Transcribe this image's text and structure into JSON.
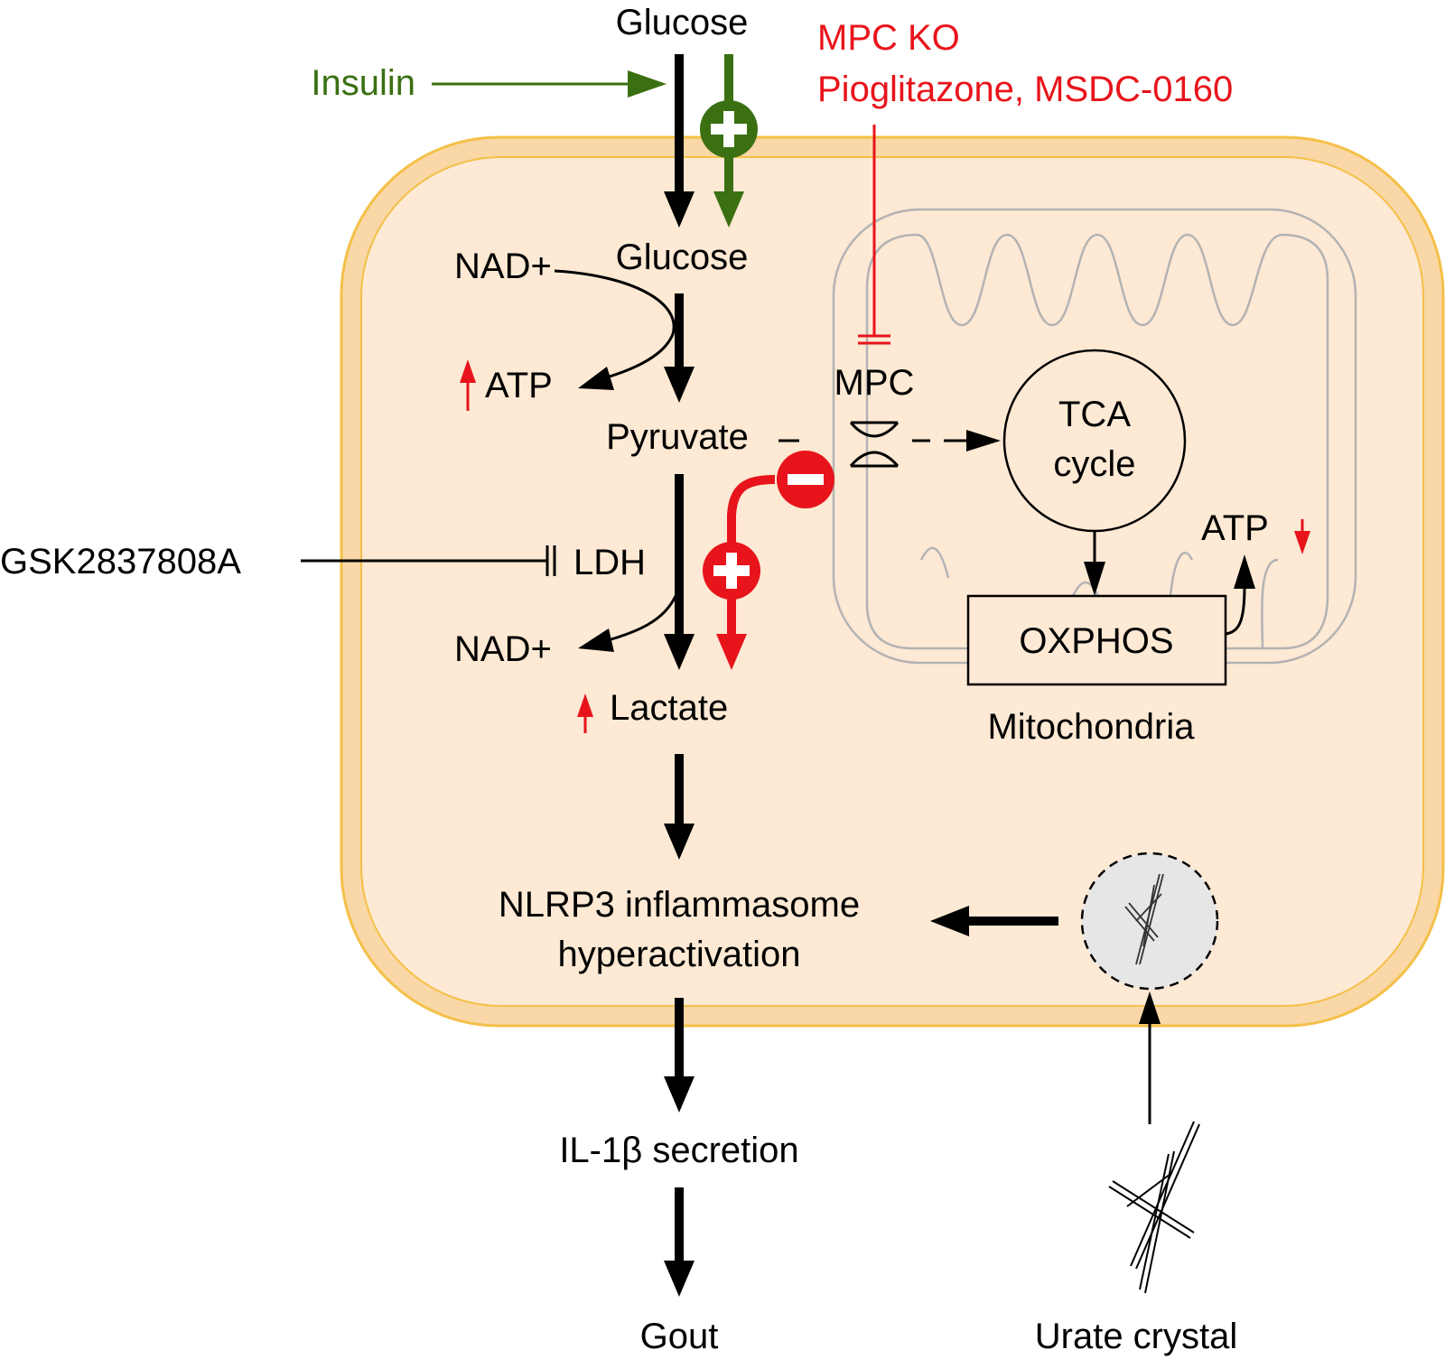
{
  "labels": {
    "glucose_outside": "Glucose",
    "insulin": "Insulin",
    "mpc_ko": "MPC KO",
    "drugs": "Pioglitazone, MSDC-0160",
    "nad_top": "NAD+",
    "glucose_inside": "Glucose",
    "atp_glycolysis": "ATP",
    "pyruvate": "Pyruvate",
    "mpc": "MPC",
    "tca_line1": "TCA",
    "tca_line2": "cycle",
    "atp_mito": "ATP",
    "inhibitor": "GSK2837808A",
    "ldh": "LDH",
    "nad_bottom": "NAD+",
    "lactate": "Lactate",
    "oxphos": "OXPHOS",
    "mitochondria": "Mitochondria",
    "nlrp3_line1": "NLRP3 inflammasome",
    "nlrp3_line2": "hyperactivation",
    "il1b": "IL-1β secretion",
    "gout": "Gout",
    "urate": "Urate crystal"
  },
  "colors": {
    "cell_fill": "#fde9d4",
    "cell_border": "#f4c048",
    "insulin_green": "#3b7012",
    "inhibit_red": "#e8141b",
    "mito_stroke": "#b3b3b3",
    "crystal_bg": "#e6e6e6"
  }
}
